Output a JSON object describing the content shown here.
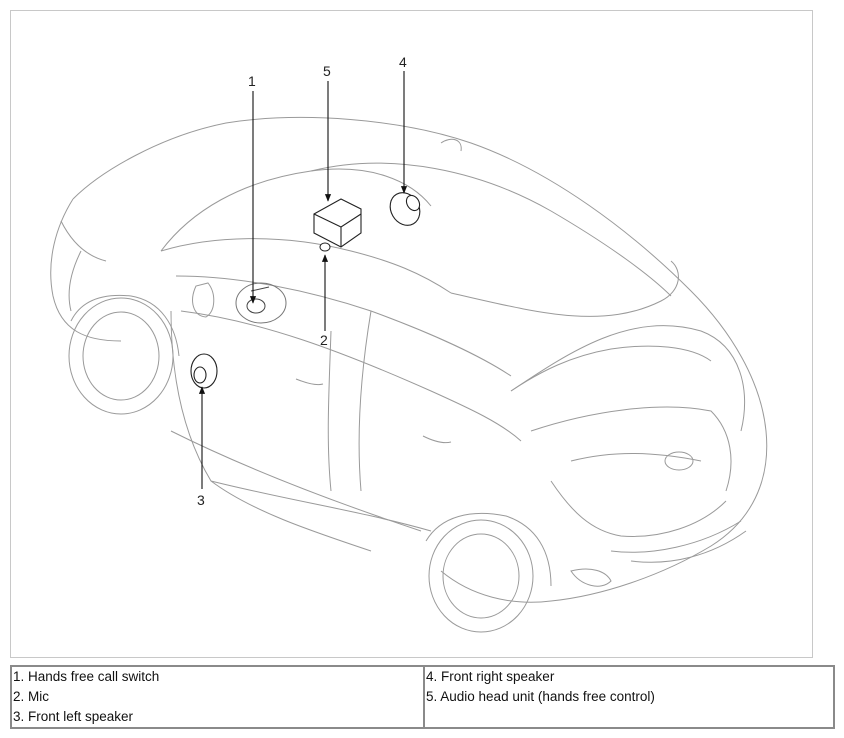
{
  "callouts": [
    "1",
    "2",
    "3",
    "4",
    "5"
  ],
  "legend": {
    "left": [
      "1. Hands free call switch",
      "2. Mic",
      "3. Front left speaker"
    ],
    "right": [
      "4. Front right speaker",
      "5. Audio head unit (hands free control)"
    ]
  }
}
